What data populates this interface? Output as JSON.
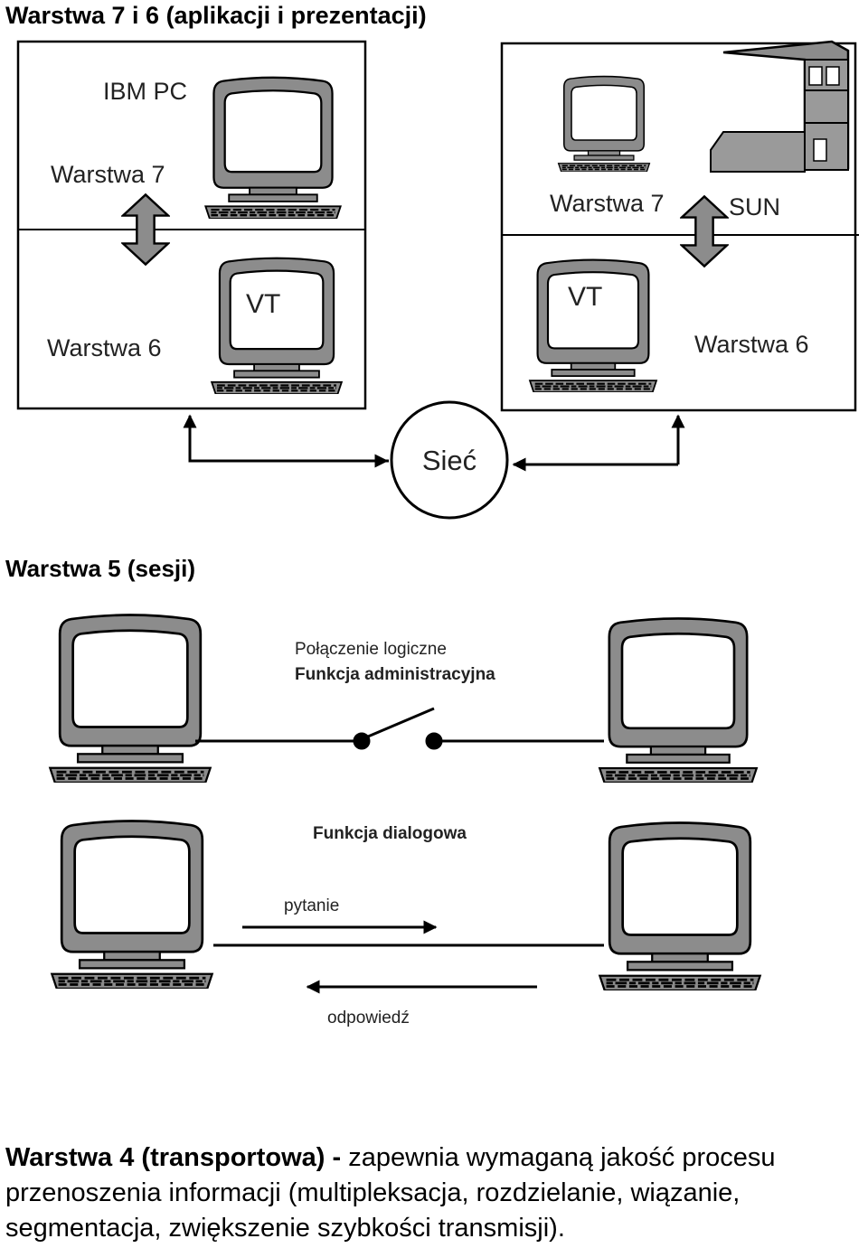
{
  "section1": {
    "heading": "Warstwa 7 i 6 (aplikacji i prezentacji)",
    "left_box": {
      "machine_label": "IBM PC",
      "upper_layer_label": "Warstwa 7",
      "lower_layer_label": "Warstwa 6",
      "terminal_label": "VT"
    },
    "right_box": {
      "machine_label": "SUN",
      "upper_layer_label": "Warstwa 7",
      "lower_layer_label": "Warstwa 6",
      "terminal_label": "VT"
    },
    "network_label": "Sieć"
  },
  "section2": {
    "heading": "Warstwa 5 (sesji)",
    "logical_connection_label": "Połączenie logiczne",
    "admin_function_label": "Funkcja administracyjna",
    "dialog_function_label": "Funkcja dialogowa",
    "question_label": "pytanie",
    "answer_label": "odpowiedź"
  },
  "section3": {
    "title_bold": "Warstwa 4 (transportowa) -",
    "description": " zapewnia wymaganą jakość procesu przenoszenia informacji (multipleksacja, rozdzielanie, wiązanie, segmentacja, zwiększenie szybkości transmisji)."
  }
}
